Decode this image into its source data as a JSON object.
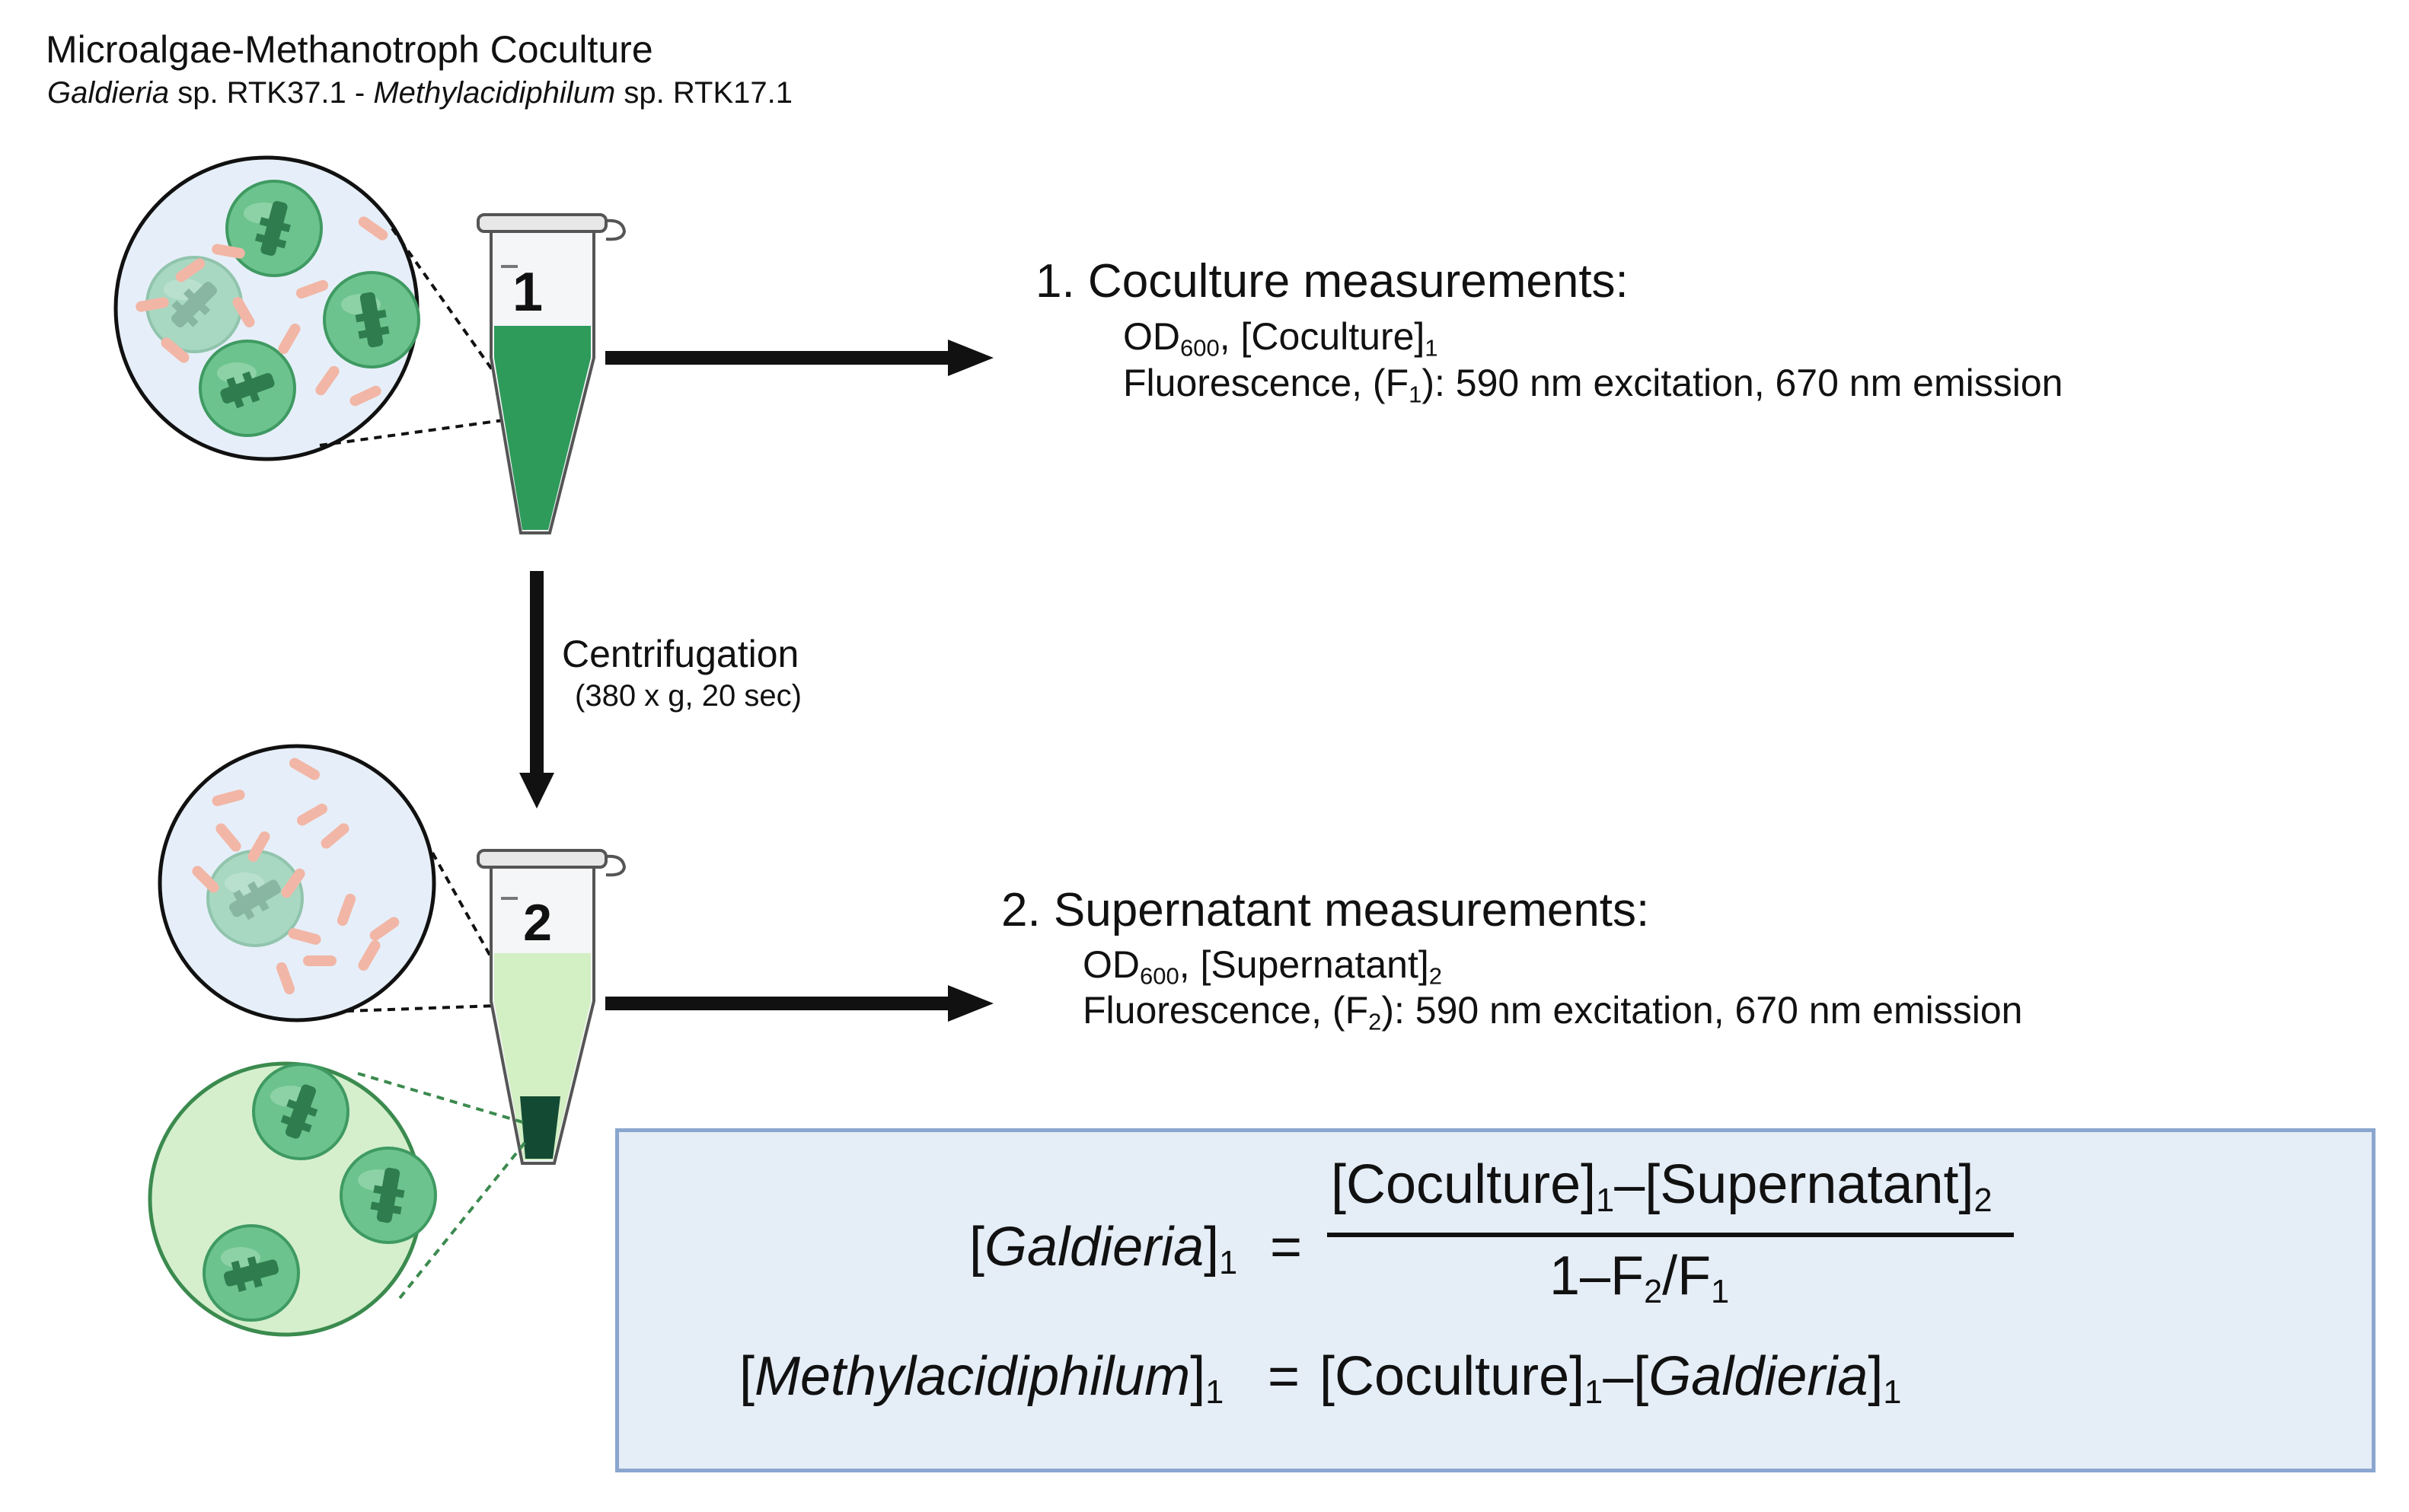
{
  "header": {
    "title": "Microalgae-Methanotroph Coculture",
    "subtitle_genus1": "Galdieria",
    "subtitle_mid": " sp. RTK37.1 - ",
    "subtitle_genus2": "Methylacidiphilum",
    "subtitle_end": " sp. RTK17.1"
  },
  "tubes": [
    {
      "number": "1",
      "liquid_color": "#2e9b5b"
    },
    {
      "number": "2",
      "liquid_color": "#d3efc4"
    }
  ],
  "step1": {
    "title": "1.  Coculture measurements:",
    "od_prefix": "OD",
    "od_sub": "600",
    "od_rest": ", [Coculture]",
    "od_rest_sub": "1",
    "fl_prefix": "Fluorescence, (F",
    "fl_sub": "1",
    "fl_rest": "): 590 nm excitation, 670 nm emission"
  },
  "step2": {
    "title": "2. Supernatant measurements:",
    "od_prefix": "OD",
    "od_sub": "600",
    "od_rest": ", [Supernatant]",
    "od_rest_sub": "2",
    "fl_prefix": "Fluorescence, (F",
    "fl_sub": "2",
    "fl_rest": "): 590 nm excitation, 670 nm emission"
  },
  "centrifugation": {
    "label": "Centrifugation",
    "params": "(380 x g, 20 sec)"
  },
  "formula": {
    "lhs1_open": "[",
    "lhs1_italic": "Galdieria",
    "lhs1_close": "]",
    "sub1": "1",
    "equals": "=",
    "num_a": "[Coculture]",
    "num_minus": "–[Supernatant]",
    "sub2": "2",
    "den_a": "1–F",
    "den_b": "/F",
    "lhs2_open": "[",
    "lhs2_italic": "Methylacidiphilum",
    "lhs2_close": "]",
    "rhs2_a": "[Coculture]",
    "rhs2_b": "–[",
    "rhs2_italic": "Galdieria",
    "rhs2_close": "]"
  },
  "colors": {
    "arrow": "#111111",
    "cell_green": "#6cc38d",
    "cell_faded": "#bfe3c8",
    "bacteria": "#f2b6a6",
    "lens_blue": "#e6eff9",
    "lens_green": "#d5efcd",
    "box_fill": "#e5edf7",
    "box_border": "#8aa6cf"
  }
}
